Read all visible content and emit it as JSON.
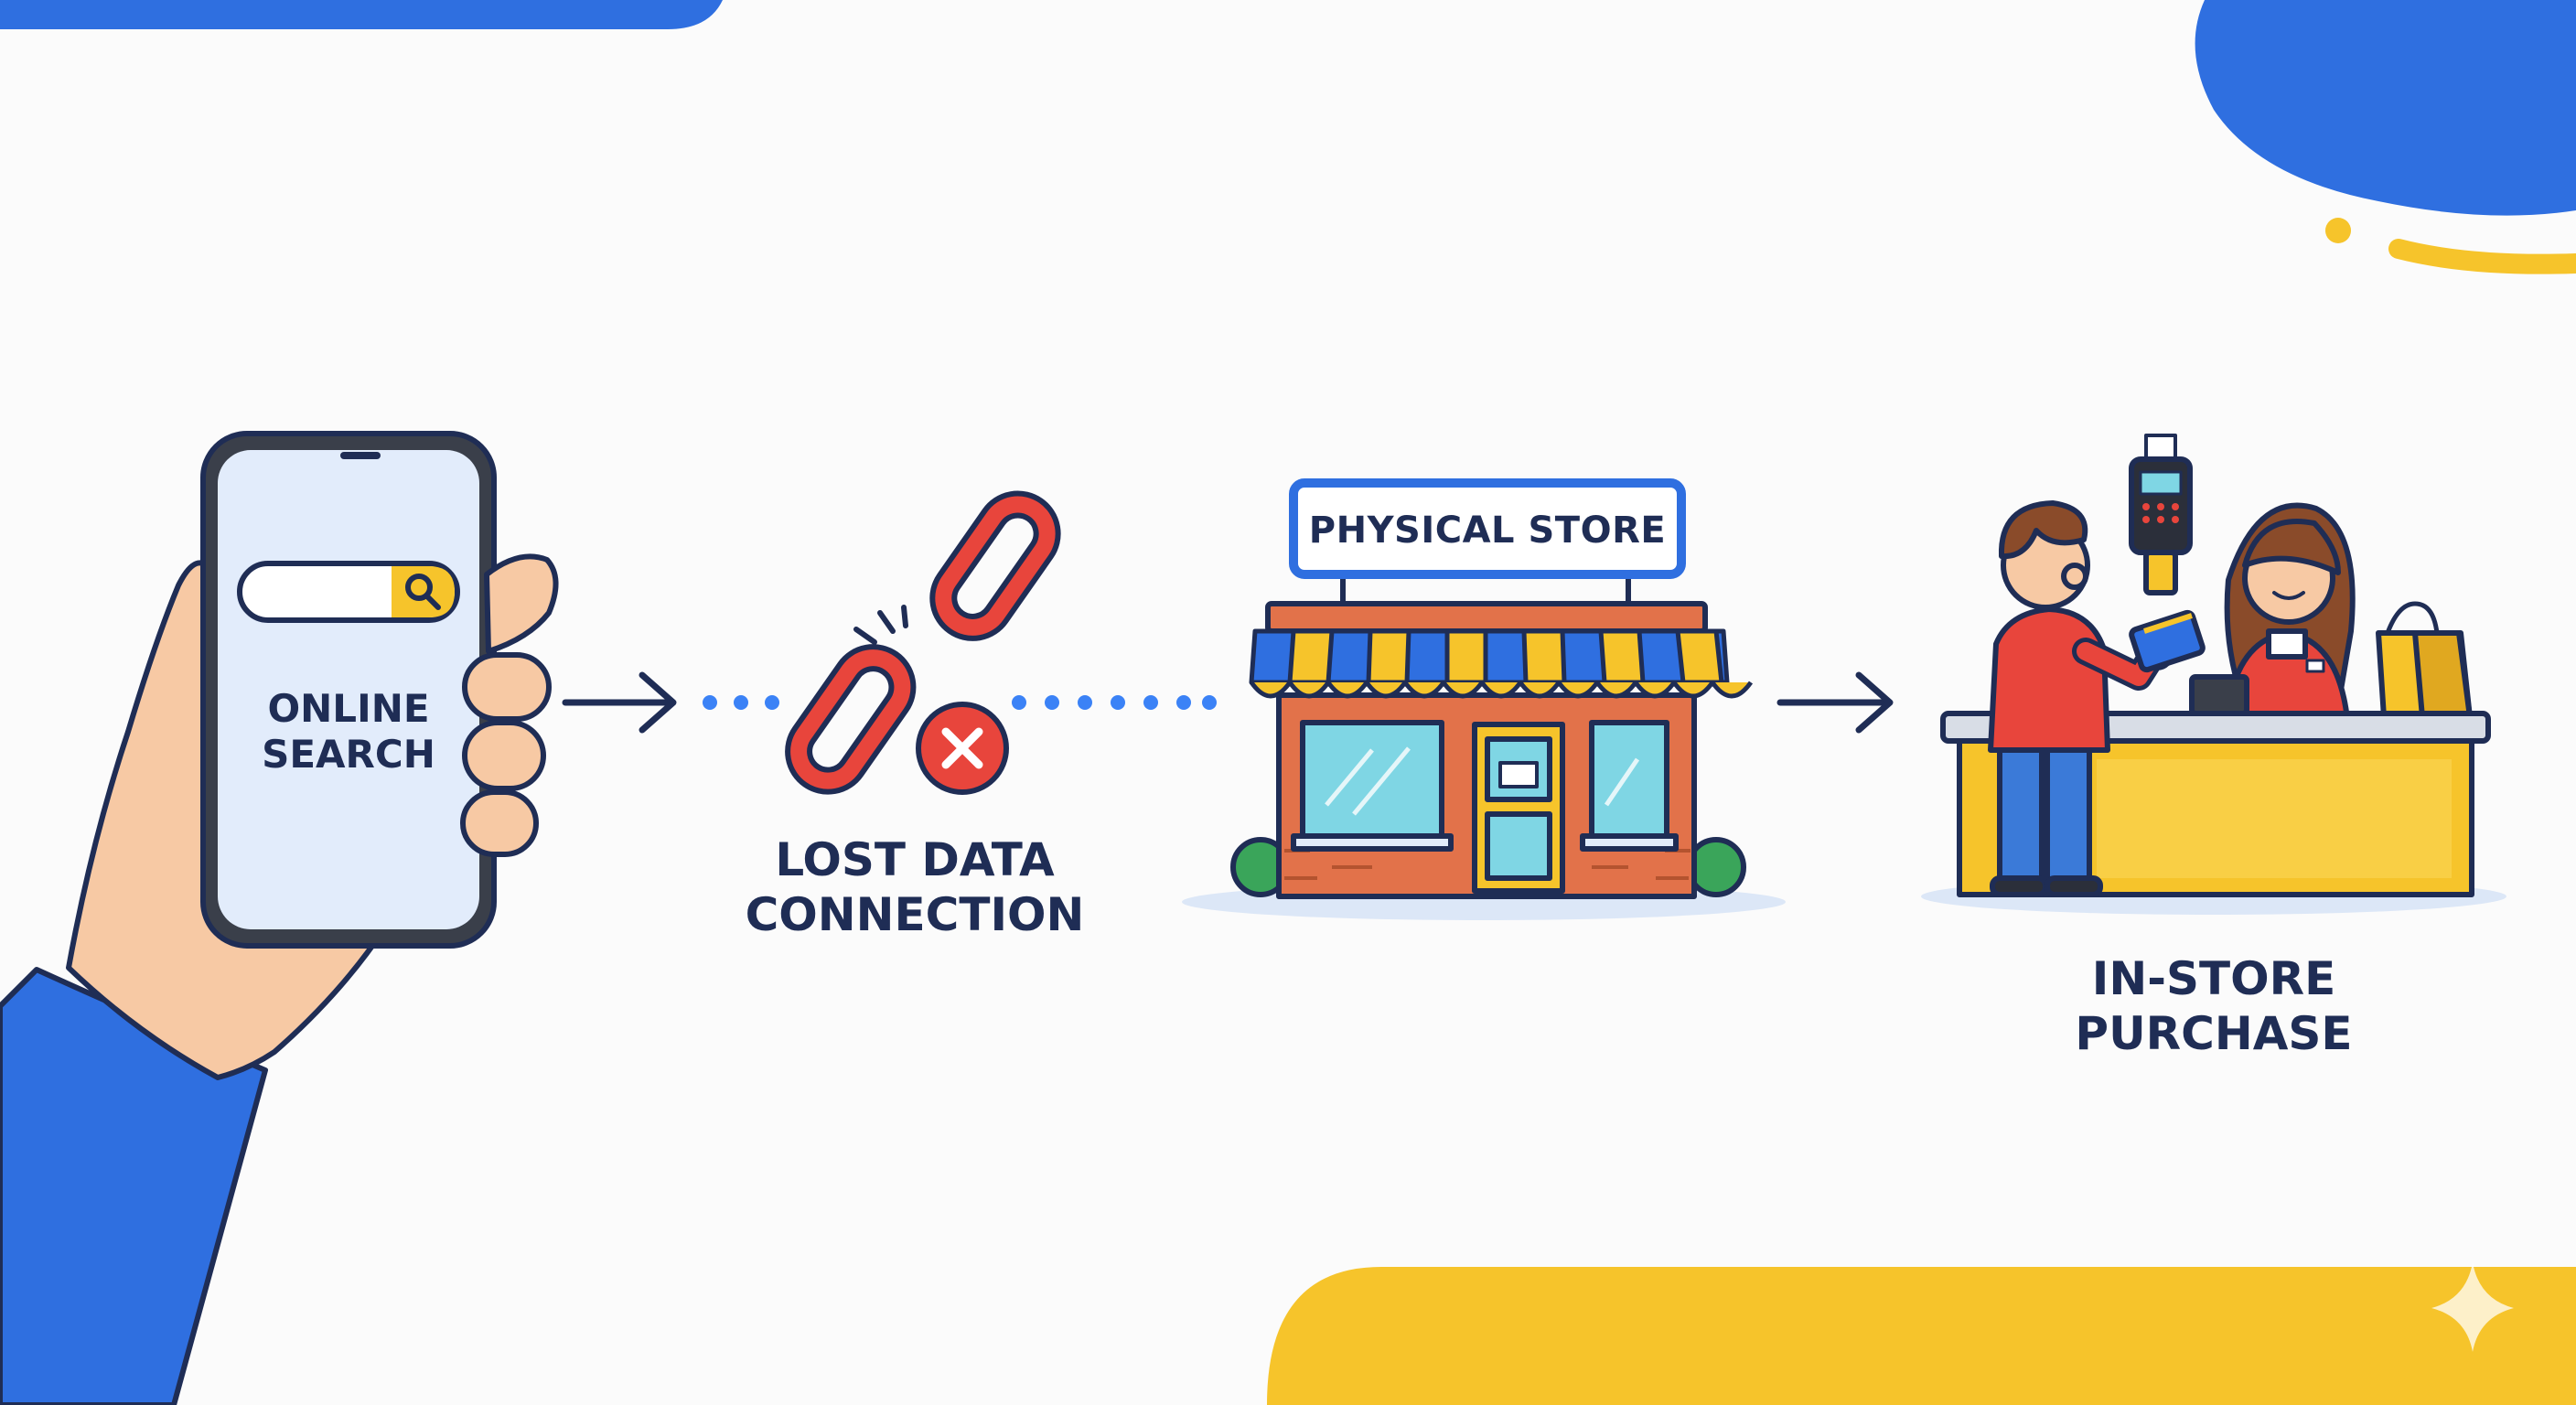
{
  "steps": {
    "online_search": {
      "line1": "ONLINE",
      "line2": "SEARCH"
    },
    "lost_connection": {
      "line1": "LOST DATA",
      "line2": "CONNECTION"
    },
    "physical_store": {
      "sign": "PHYSICAL STORE"
    },
    "in_store_purchase": {
      "line1": "IN-STORE",
      "line2": "PURCHASE"
    }
  },
  "icons": {
    "phone": "smartphone-icon",
    "search": "search-icon",
    "broken_link": "broken-chain-icon",
    "error": "x-circle-icon",
    "store": "storefront-icon",
    "checkout": "checkout-counter-icon",
    "terminal": "card-terminal-icon"
  },
  "colors": {
    "navy": "#1f2d55",
    "blue": "#2f6fe0",
    "yellow": "#f6c42b",
    "red": "#e8453c",
    "brick": "#e2724a",
    "skin": "#f7c9a4",
    "background": "#fbfbfb"
  }
}
